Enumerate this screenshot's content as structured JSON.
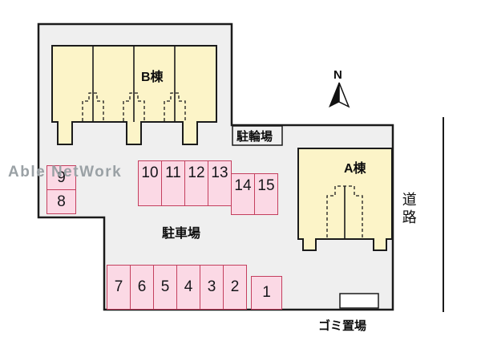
{
  "watermark": "Able NetWork",
  "labels": {
    "north": "N",
    "building_b": "B棟",
    "building_a": "A棟",
    "bicycle_parking": "駐輪場",
    "parking_lot": "駐車場",
    "road": "道路",
    "garbage_area": "ゴミ置場"
  },
  "parking": {
    "left_column": [
      "9",
      "8"
    ],
    "middle_row": [
      "10",
      "11",
      "12",
      "13"
    ],
    "right_pair": [
      "14",
      "15"
    ],
    "bottom_row": [
      "7",
      "6",
      "5",
      "4",
      "3",
      "2"
    ],
    "single": [
      "1"
    ]
  },
  "colors": {
    "site_fill": "#efefef",
    "outline": "#1b1b1b",
    "building_fill": "#fcf4c8",
    "parking_fill": "#fbd9e5",
    "parking_border": "#c43f5e",
    "watermark": "#9aa1a5"
  }
}
